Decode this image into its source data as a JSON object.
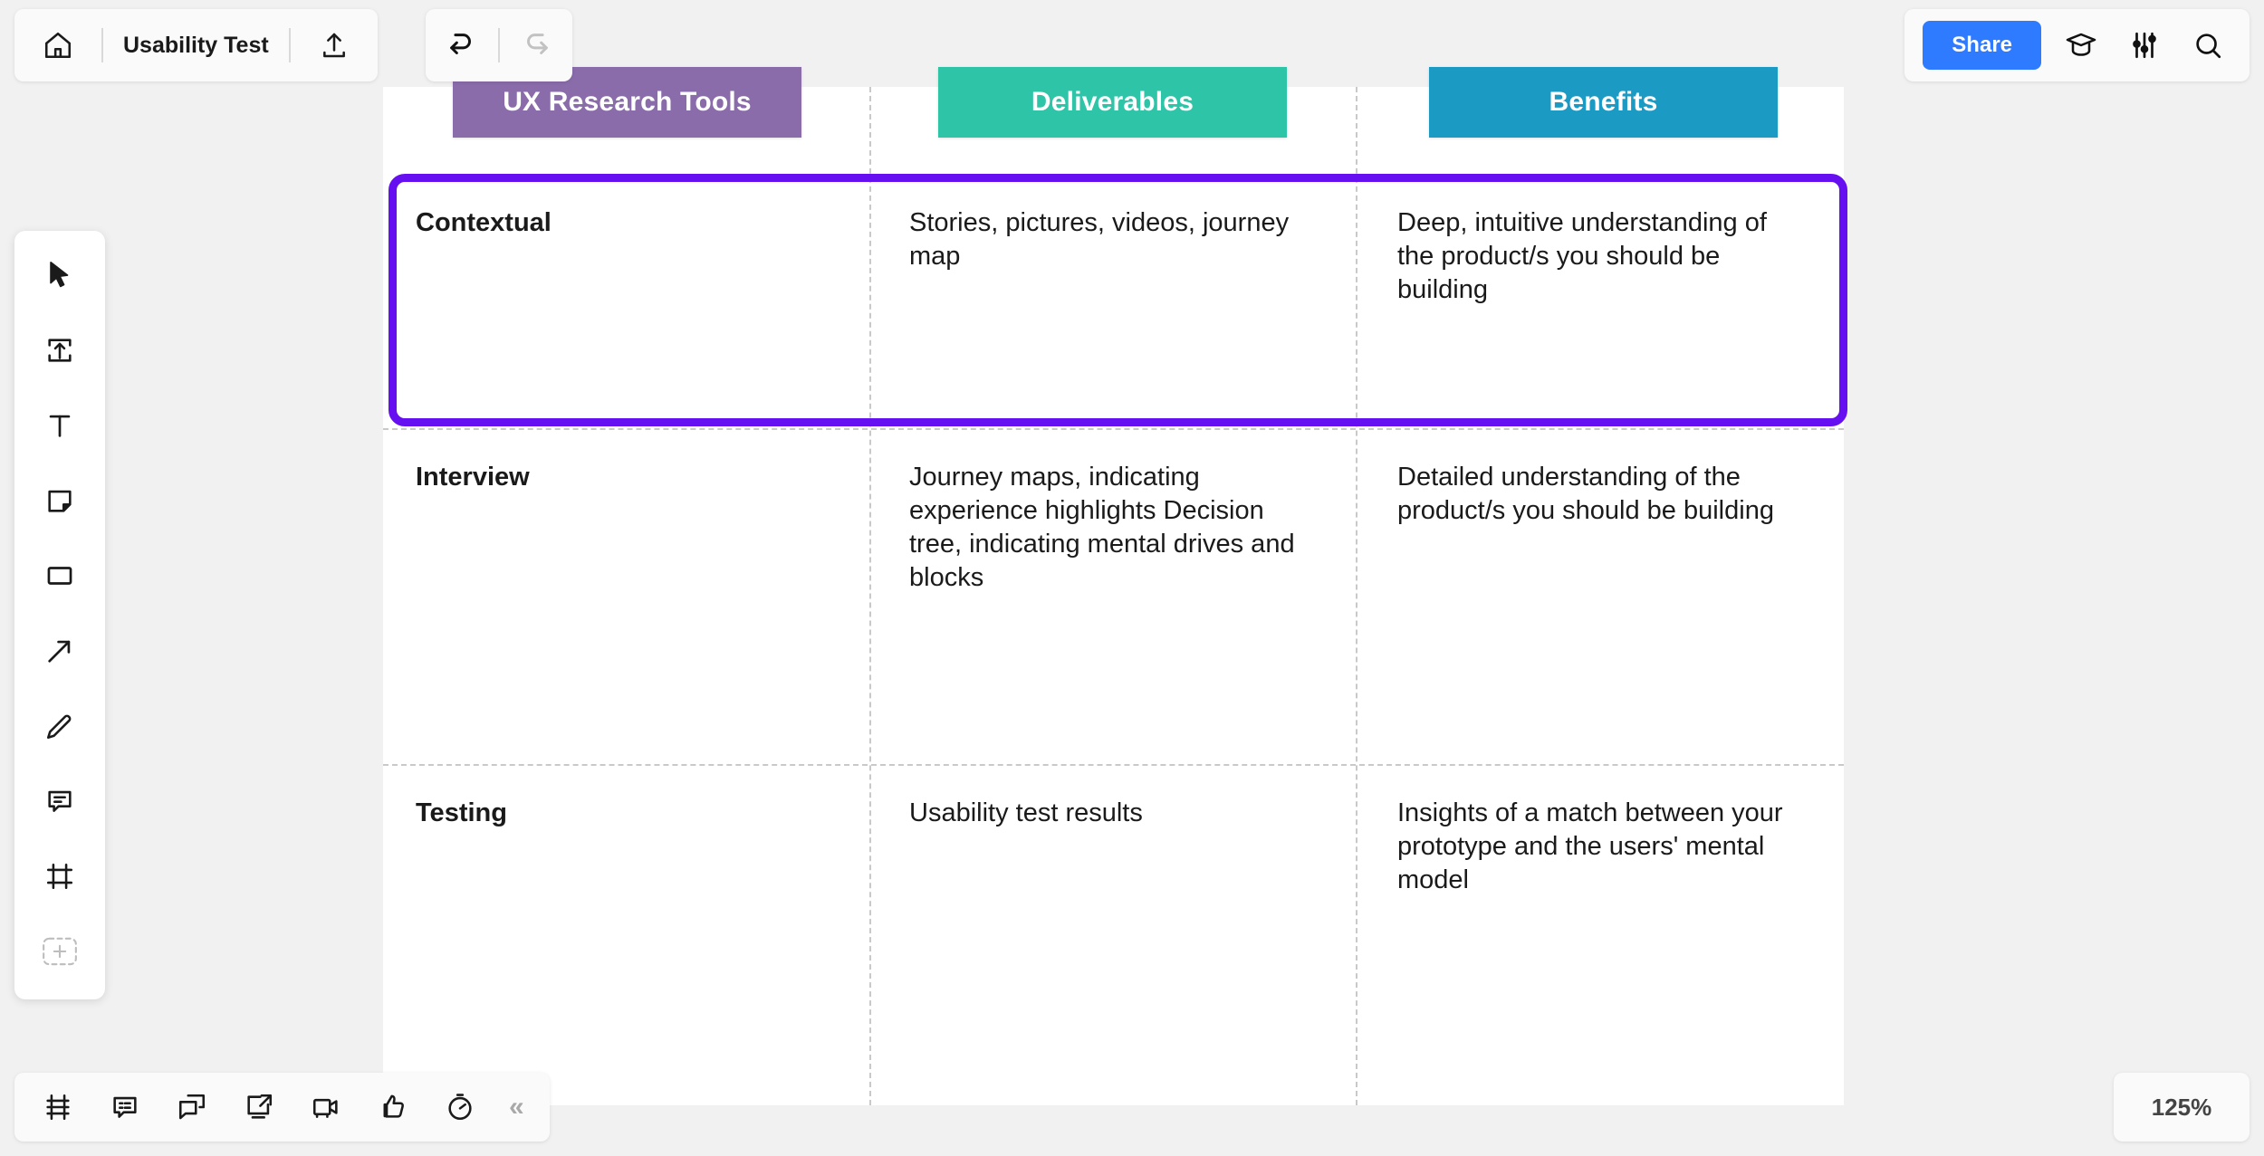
{
  "app": {
    "document_title": "Usability Test",
    "zoom_level": "125%",
    "canvas_background": "#f1f1f1"
  },
  "topbar_left": {
    "home_icon": "home-icon",
    "export_icon": "upload-export-icon",
    "undo_icon": "undo-icon",
    "redo_icon": "redo-icon"
  },
  "topbar_right": {
    "share_label": "Share",
    "share_color": "#2f7bff",
    "icons": [
      {
        "name": "graduation-cap-icon"
      },
      {
        "name": "sliders-settings-icon"
      },
      {
        "name": "search-icon"
      }
    ]
  },
  "left_toolbar": {
    "tools": [
      {
        "name": "select-cursor-tool"
      },
      {
        "name": "upload-image-tool"
      },
      {
        "name": "text-tool"
      },
      {
        "name": "sticky-note-tool"
      },
      {
        "name": "shape-rectangle-tool"
      },
      {
        "name": "arrow-connector-tool"
      },
      {
        "name": "pen-draw-tool"
      },
      {
        "name": "comment-tool"
      },
      {
        "name": "frame-tool"
      },
      {
        "name": "add-more-tool"
      }
    ]
  },
  "bottom_toolbar": {
    "items": [
      {
        "name": "frames-panel-icon"
      },
      {
        "name": "comments-panel-icon"
      },
      {
        "name": "chat-icon"
      },
      {
        "name": "present-screen-icon"
      },
      {
        "name": "video-call-icon"
      },
      {
        "name": "reactions-thumbsup-icon"
      },
      {
        "name": "timer-icon"
      }
    ],
    "collapse_label": "«"
  },
  "board": {
    "headers": [
      {
        "label": "UX Research Tools",
        "color": "#8a6cab"
      },
      {
        "label": "Deliverables",
        "color": "#2ec4a8"
      },
      {
        "label": "Benefits",
        "color": "#1b9ac4"
      }
    ],
    "selection_color": "#6610f2",
    "selected_row_index": 0,
    "rows": [
      {
        "tool": "Contextual",
        "deliverables": "Stories, pictures, videos, journey map",
        "benefits": "Deep, intuitive understanding of the product/s you should be building"
      },
      {
        "tool": "Interview",
        "deliverables": "Journey maps, indicating experience highlights Decision tree, indicating mental drives and blocks",
        "benefits": "Detailed understanding of the product/s you should be building"
      },
      {
        "tool": "Testing",
        "deliverables": "Usability test results",
        "benefits": "Insights of a match between your prototype and the users' mental model"
      }
    ]
  }
}
